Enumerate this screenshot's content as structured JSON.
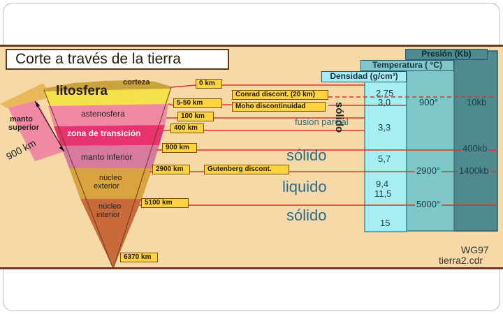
{
  "title": "Corte a través de la tierra",
  "columns": {
    "pressure": "Presión (Kb)",
    "temperature": "Temperatura ( °C)",
    "density": "Densidad (g/cm³)"
  },
  "layers": {
    "corteza": "corteza",
    "litosfera": "litosfera",
    "astenosfera": "astenosfera",
    "zona_transicion": "zona de transición",
    "manto_inferior": "manto inferior",
    "nucleo_exterior_1": "núcleo",
    "nucleo_exterior_2": "exterior",
    "nucleo_interior_1": "núcleo",
    "nucleo_interior_2": "interior",
    "manto_superior_1": "manto",
    "manto_superior_2": "superior",
    "span_900": "900 km"
  },
  "depths": [
    "0 km",
    "5-50 km",
    "100 km",
    "400 km",
    "900 km",
    "2900 km",
    "5100 km",
    "6370 km"
  ],
  "discontinuities": {
    "conrad": "Conrad discont. (20 km)",
    "moho": "Moho discontinuidad",
    "gutenberg": "Gutenberg discont."
  },
  "states": {
    "solido_vertical": "sólido",
    "fusion_parcial": "fusion parcial",
    "solido_1": "sólido",
    "liquido": "liquido",
    "solido_2": "sólido"
  },
  "density_values": [
    "2,75",
    "3,0",
    "3,3",
    "5,7",
    "9,4",
    "11,5",
    "15"
  ],
  "temperature_values": [
    "900°",
    "2900°",
    "5000°"
  ],
  "pressure_values": [
    "10kb",
    "400kb",
    "1400kb"
  ],
  "credit": {
    "line1": "WG97",
    "line2": "tierra2.cdr"
  },
  "colors": {
    "background": "#f6d9a6",
    "corteza": "#e8b85a",
    "litosfera": "#f5e24a",
    "astenosfera": "#f08aa4",
    "zona_transicion": "#e9336f",
    "manto_inferior": "#d77aa0",
    "nucleo_exterior": "#d9a33d",
    "nucleo_interior": "#c86a3a",
    "density_column": "#a6eef2",
    "temperature_column": "#7fc7c9",
    "pressure_column": "#4e8a8f",
    "depth_line": "#e0302a",
    "label_fill": "#ffd23f"
  }
}
